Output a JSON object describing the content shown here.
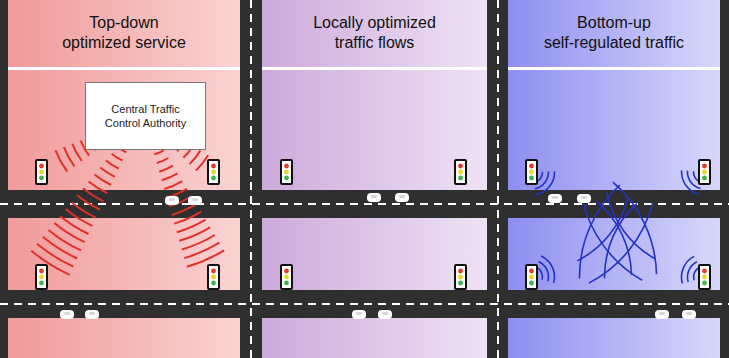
{
  "diagram": {
    "nodes": [
      {
        "text": [
          "Top-down optimized service"
        ]
      },
      {
        "text": [
          "Central Traffic Control Authority"
        ],
        "in": 0
      },
      {
        "text": [
          "Locally optimized traffic flows"
        ]
      },
      {
        "text": [
          "Bottom-up self-regulated traffic"
        ]
      }
    ]
  }
}
